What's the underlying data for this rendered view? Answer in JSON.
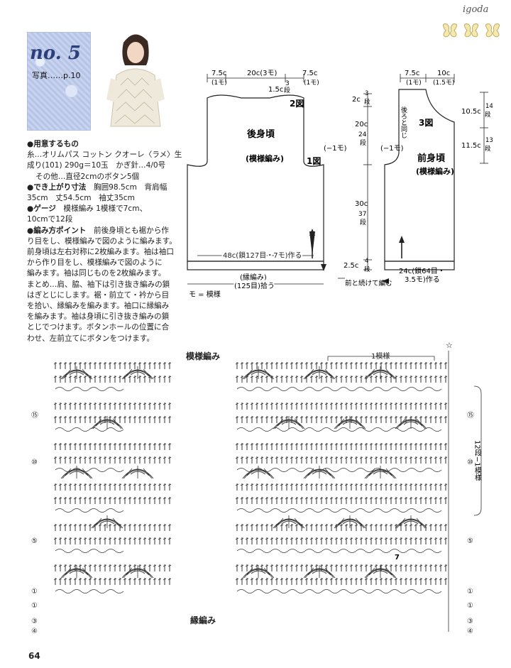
{
  "header": {
    "brand": "igoda"
  },
  "pattern": {
    "number": "no. 5",
    "photo_ref": "写真……p.10"
  },
  "info": {
    "materials_h": "●用意するもの",
    "materials_1": "糸…オリムパス コットン クオーレ〈ラメ〉生",
    "materials_2": "成り(101) 290g＝10玉　かぎ針…4/0号",
    "materials_3": "その他…直径2cmのボタン5個",
    "size_h": "●でき上がり寸法",
    "size_1": "胸囲98.5cm　背肩幅",
    "size_2": "35cm　丈54.5cm　袖丈35cm",
    "gauge_h": "●ゲージ",
    "gauge_1": "模様編み 1模様で7cm、",
    "gauge_2": "10cmで12段",
    "points_h": "●編み方ポイント",
    "points_lines": [
      "前後身頃とも裾から作",
      "り目をし、模様編みで図のように編みます。",
      "前身頃は左右対称に2枚編みます。袖は袖口",
      "から作り目をし、模様編みで図のように",
      "編みます。袖は同じものを2枚編みます。",
      "まとめ…肩、脇、袖下は引き抜き編みの鎖",
      "はぎとじにします。裾・前立て・衿から目",
      "を拾い、縁編みを編みます。袖口に縁編み",
      "を編みます。袖は身頃に引き抜き編みの鎖",
      "とじでつけます。ボタンホールの位置に合",
      "わせ、左前立てにボタンをつけます。"
    ]
  },
  "back": {
    "top_left": "7.5c",
    "top_left_sub": "(1モ)",
    "top_mid": "20c(3モ)",
    "top_right": "7.5c",
    "top_right_sub": "(1モ)",
    "neck": "1.5c",
    "neck_rows_a": "3",
    "neck_rows_b": "段",
    "fig2": "2図",
    "title": "後身頃",
    "subtitle": "(模様編み)",
    "fig1": "1図",
    "side": "(−1モ)",
    "bottom_width": "48c(鎖127目・7モ)作る",
    "border": "(縁編み)",
    "pickup": "(125目)拾う",
    "mo_note": "モ = 模様",
    "dim_2c": "2c",
    "dim_2c_rows_a": "3",
    "dim_2c_rows_b": "段",
    "dim_20c": "20c",
    "dim_20c_rows_a": "24",
    "dim_20c_rows_b": "段",
    "dim_30c": "30c",
    "dim_30c_rows_a": "37",
    "dim_30c_rows_b": "段",
    "dim_25c": "2.5c",
    "dim_25c_rows_a": "4",
    "dim_25c_rows_b": "段"
  },
  "front": {
    "top_left": "7.5c",
    "top_left_sub": "(1モ)",
    "top_right": "10c",
    "top_right_sub": "(1.5モ)",
    "fig3": "3図",
    "same_as_back": "後ろと同じ",
    "side": "(−1モ)",
    "title": "前身頃",
    "subtitle": "(模様編み)",
    "dim_105": "10.5c",
    "dim_105_rows_a": "14",
    "dim_105_rows_b": "段",
    "dim_115": "11.5c",
    "dim_115_rows_a": "13",
    "dim_115_rows_b": "段",
    "bottom_width": "24c(鎖64目・",
    "bottom_width_2": "3.5モ)作る",
    "continue_note": "前と続けて編む"
  },
  "chart": {
    "title": "模様編み",
    "motif": "1模様",
    "border": "縁編み",
    "rows_label": "12段−1模様",
    "row_nums_left": [
      "⑮",
      "⑩",
      "⑤",
      "①",
      "①",
      "③",
      "④"
    ],
    "row_nums_right": [
      "⑮",
      "⑩",
      "⑤",
      "①",
      "①",
      "③",
      "④"
    ],
    "center_mark": "7"
  },
  "page": {
    "number": "64"
  }
}
